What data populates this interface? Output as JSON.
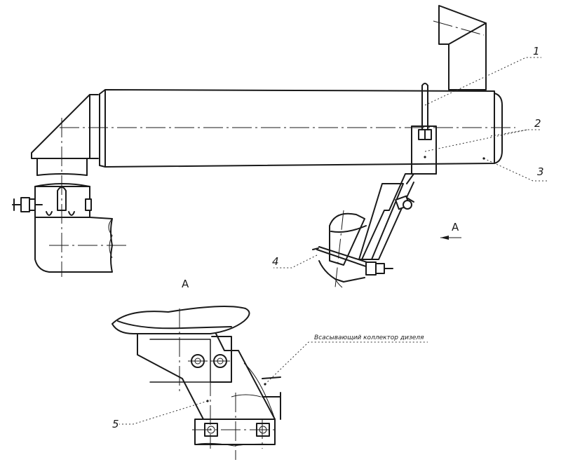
{
  "callouts": {
    "c1": "1",
    "c2": "2",
    "c3": "3",
    "c4": "4",
    "c5": "5"
  },
  "view_arrow_label": "A",
  "view_title": "A",
  "note_text": "Всасывающий коллектор дизеля"
}
